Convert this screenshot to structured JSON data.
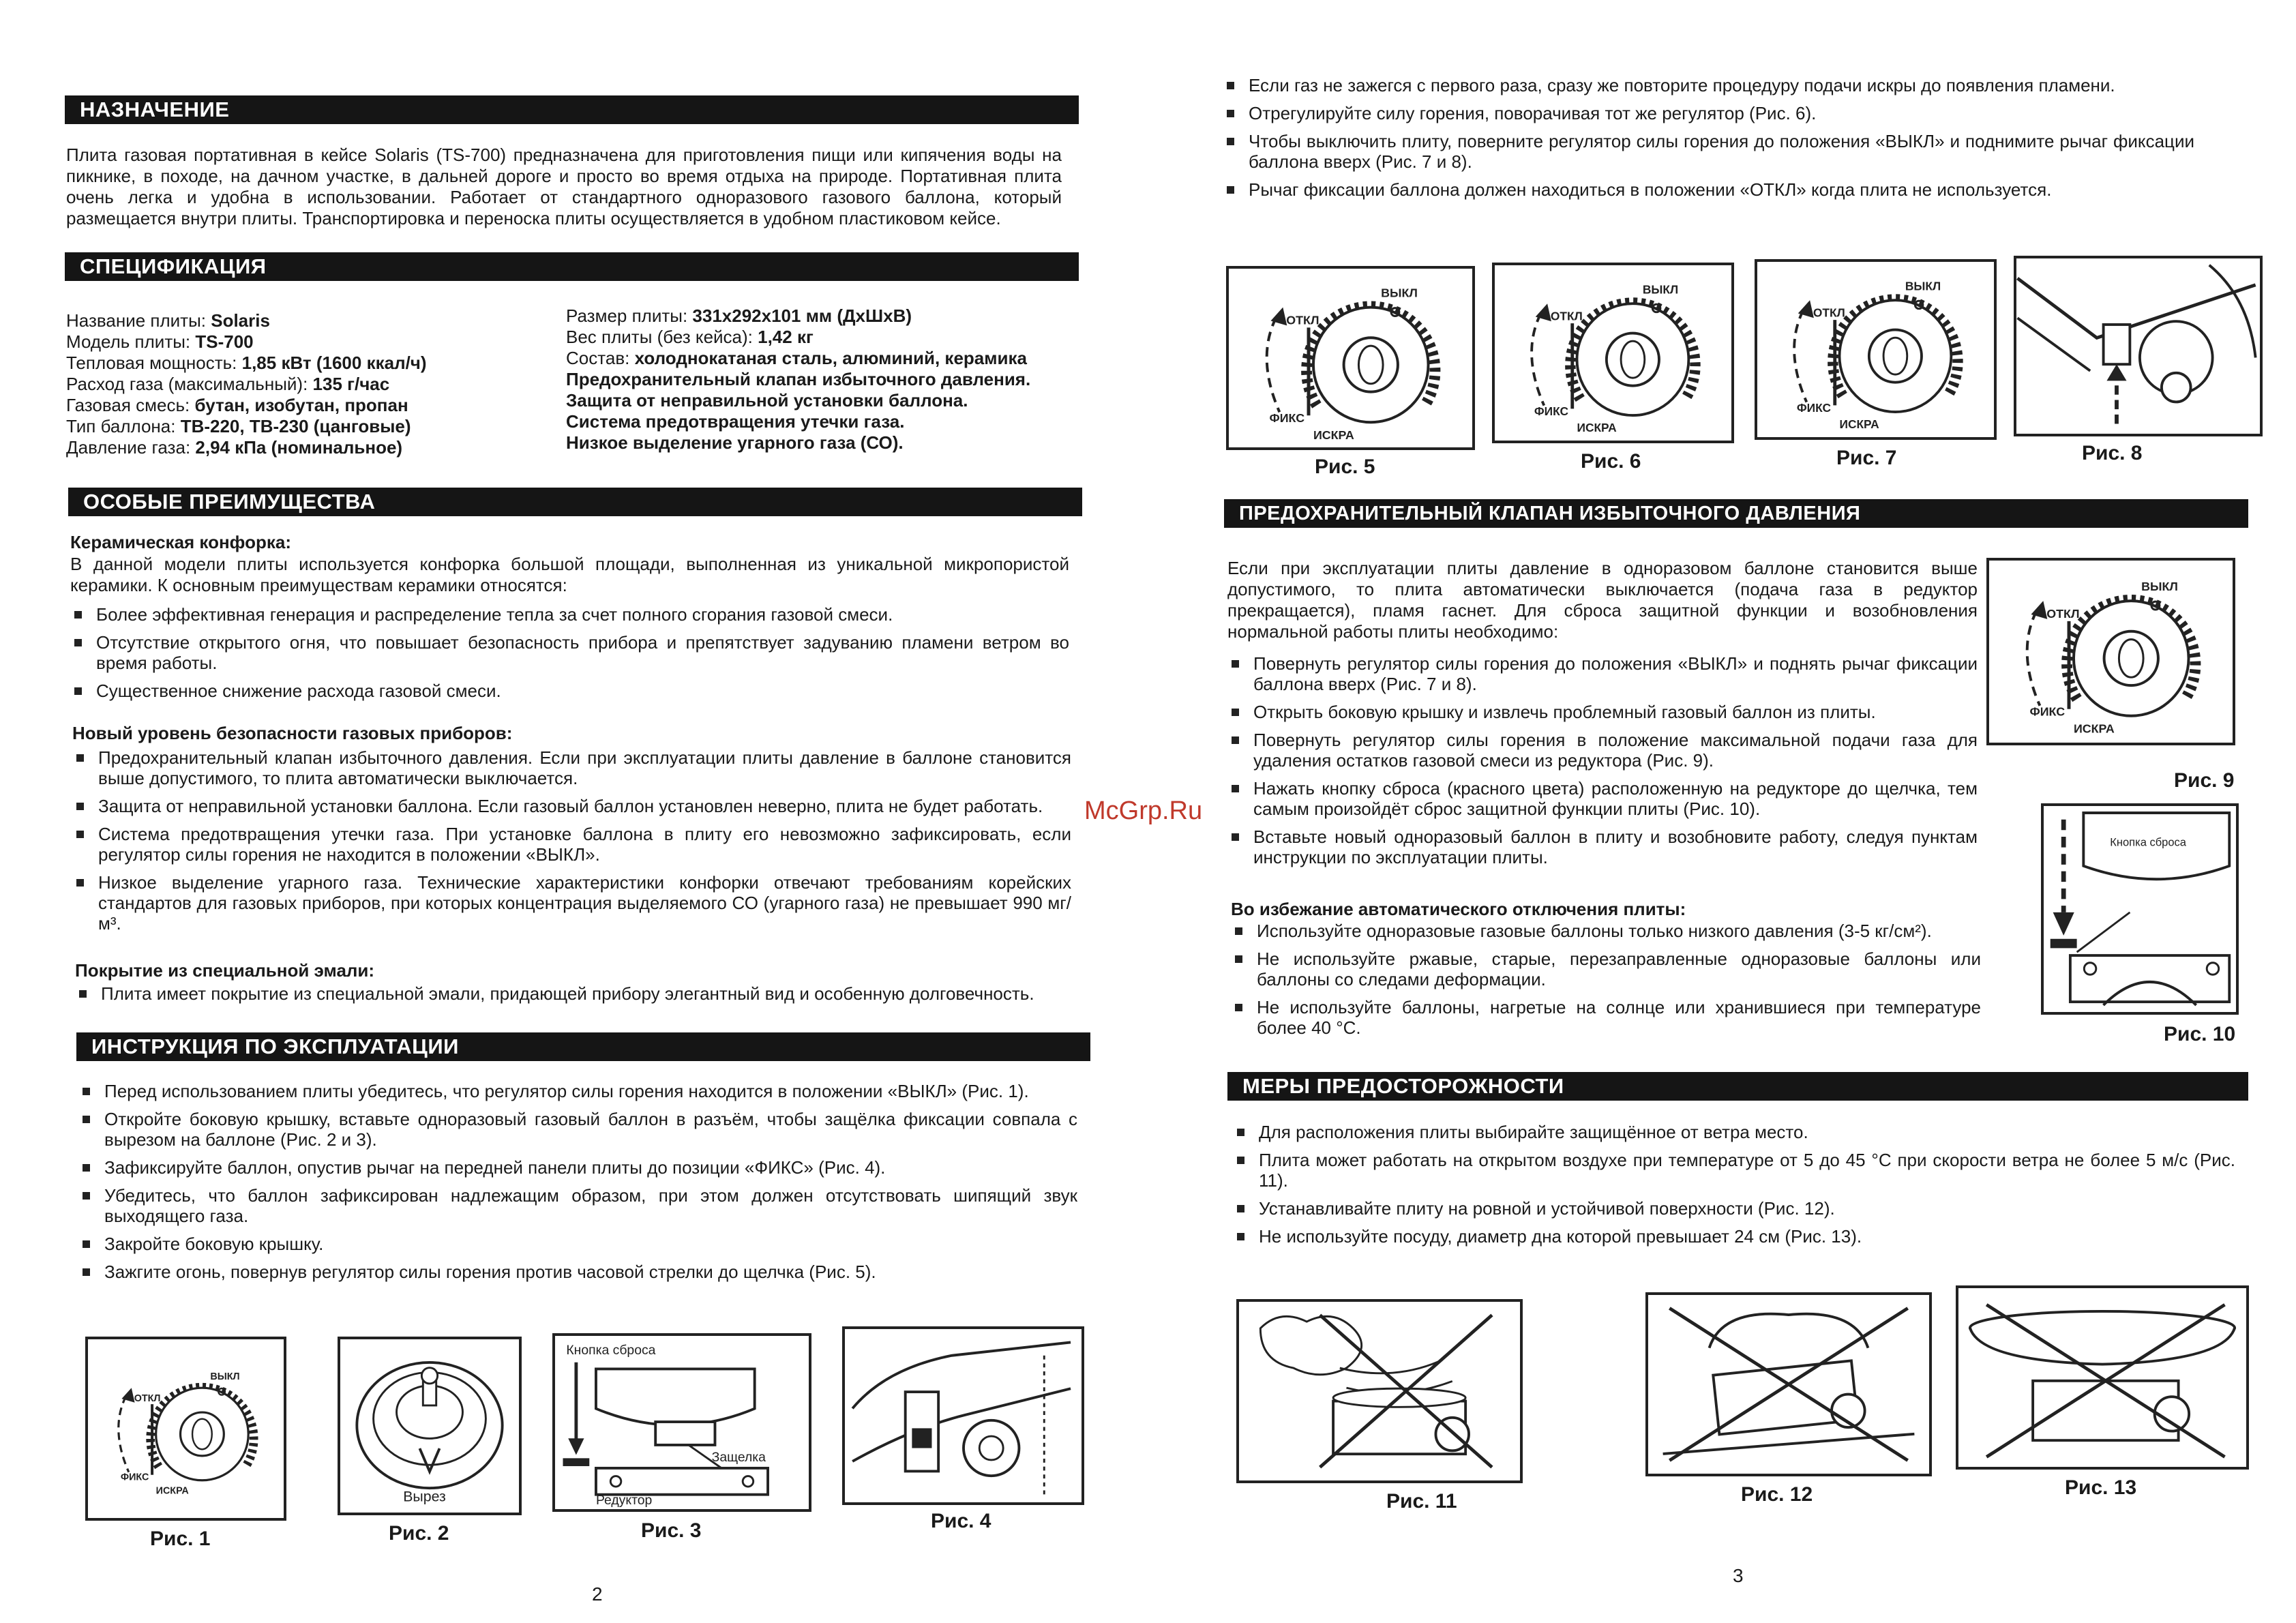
{
  "watermark": "McGrp.Ru",
  "page_left": {
    "number": "2",
    "purpose": {
      "title": "НАЗНАЧЕНИЕ",
      "text": "Плита газовая портативная в кейсе Solaris (TS-700) предназначена для приготовления пищи или кипячения воды на пикнике, в походе, на дачном участке, в дальней дороге и просто во время отдыха на природе. Портативная плита очень легка и удобна в использовании. Работает от стандартного одноразового газового баллона, который размещается внутри плиты. Транспортировка и переноска плиты осуществляется в удобном пластиковом кейсе."
    },
    "spec": {
      "title": "СПЕЦИФИКАЦИЯ",
      "left": [
        {
          "label": "Название плиты: ",
          "value": "Solaris"
        },
        {
          "label": "Модель плиты: ",
          "value": "TS-700"
        },
        {
          "label": "Тепловая мощность: ",
          "value": "1,85 кВт (1600 ккал/ч)"
        },
        {
          "label": "Расход газа (максимальный): ",
          "value": "135 г/час"
        },
        {
          "label": "Газовая смесь: ",
          "value": "бутан, изобутан, пропан"
        },
        {
          "label": "Тип баллона: ",
          "value": "ТВ-220, ТВ-230 (цанговые)"
        },
        {
          "label": "Давление газа: ",
          "value": "2,94 кПа (номинальное)"
        }
      ],
      "right": [
        {
          "label": "Размер плиты: ",
          "value": "331х292х101 мм (ДхШхВ)"
        },
        {
          "label": "Вес плиты (без кейса): ",
          "value": "1,42 кг"
        },
        {
          "label": "Состав: ",
          "value": "холоднокатаная сталь, алюминий, керамика"
        },
        {
          "label": "",
          "value": "Предохранительный клапан избыточного давления."
        },
        {
          "label": "",
          "value": "Защита от неправильной установки баллона."
        },
        {
          "label": "",
          "value": "Система предотвращения утечки газа."
        },
        {
          "label": "",
          "value": "Низкое выделение угарного газа (СО)."
        }
      ]
    },
    "advantages": {
      "title": "ОСОБЫЕ ПРЕИМУЩЕСТВА",
      "ceramic_title": "Керамическая конфорка:",
      "ceramic_text": "В данной модели плиты используется конфорка большой площади, выполненная из уникальной микропористой керамики. К основным преимуществам керамики относятся:",
      "ceramic_items": [
        "Более эффективная генерация и распределение тепла за счет полного сгорания газовой смеси.",
        "Отсутствие открытого огня, что повышает безопасность прибора и препятствует задуванию пламени ветром во время работы.",
        "Существенное снижение расхода газовой смеси."
      ],
      "safety_title": "Новый уровень безопасности газовых приборов:",
      "safety_items": [
        "Предохранительный клапан избыточного давления. Если при эксплуатации плиты давление в баллоне становится выше допустимого, то плита автоматически выключается.",
        "Защита от неправильной установки баллона. Если газовый баллон установлен неверно, плита не будет работать.",
        "Система предотвращения утечки газа. При установке баллона в плиту его невозможно зафиксировать, если регулятор силы горения не находится в положении «ВЫКЛ».",
        "Низкое выделение угарного газа. Технические характеристики конфорки отвечают требованиям корейских стандартов для газовых приборов, при которых концентрация выделяемого СО (угарного газа) не превышает 990 мг/м³."
      ],
      "enamel_title": "Покрытие из специальной эмали:",
      "enamel_items": [
        "Плита имеет покрытие из специальной эмали, придающей прибору элегантный вид и особенную долговечность."
      ]
    },
    "instructions": {
      "title": "ИНСТРУКЦИЯ ПО ЭКСПЛУАТАЦИИ",
      "items": [
        "Перед использованием плиты убедитесь, что регулятор силы горения находится в положении «ВЫКЛ» (Рис. 1).",
        "Откройте боковую крышку, вставьте одноразовый газовый баллон в разъём, чтобы защёлка фиксации совпала с вырезом на баллоне (Рис. 2 и 3).",
        "Зафиксируйте баллон, опустив рычаг на передней панели плиты до позиции «ФИКС» (Рис. 4).",
        "Убедитесь, что баллон зафиксирован надлежащим образом, при этом должен отсутствовать шипящий звук выходящего газа.",
        "Закройте боковую крышку.",
        "Зажгите огонь, повернув регулятор силы горения против часовой стрелки до щелчка (Рис. 5)."
      ]
    },
    "figures": [
      {
        "caption": "Рис. 1"
      },
      {
        "caption": "Рис. 2",
        "label": "Вырез"
      },
      {
        "caption": "Рис. 3",
        "label_reset": "Кнопка сброса",
        "label_latch": "Защелка",
        "label_reducer": "Редуктор"
      },
      {
        "caption": "Рис. 4"
      }
    ]
  },
  "page_right": {
    "number": "3",
    "top_items": [
      "Если газ не зажегся с первого раза, сразу же повторите процедуру подачи искры до появления пламени.",
      "Отрегулируйте силу горения, поворачивая тот же регулятор (Рис. 6).",
      "Чтобы выключить плиту, поверните регулятор силы горения до положения «ВЫКЛ» и поднимите рычаг фиксации баллона вверх (Рис. 7 и 8).",
      "Рычаг фиксации баллона должен находиться в положении «ОТКЛ» когда плита не используется."
    ],
    "figures_top": [
      {
        "caption": "Рис. 5"
      },
      {
        "caption": "Рис. 6"
      },
      {
        "caption": "Рис. 7"
      },
      {
        "caption": "Рис. 8"
      }
    ],
    "valve": {
      "title": "ПРЕДОХРАНИТЕЛЬНЫЙ КЛАПАН ИЗБЫТОЧНОГО ДАВЛЕНИЯ",
      "text": "Если при эксплуатации плиты давление в одноразовом баллоне становится выше допустимого, то плита автоматически выключается (подача газа в редуктор прекращается), пламя гаснет. Для сброса защитной функции и возобновления нормальной работы плиты необходимо:",
      "items": [
        "Повернуть регулятор силы горения до положения «ВЫКЛ» и поднять рычаг фиксации баллона вверх (Рис. 7 и 8).",
        "Открыть боковую крышку и извлечь проблемный газовый баллон из плиты.",
        "Повернуть регулятор силы горения в положение максимальной подачи газа для удаления остатков газовой смеси из редуктора (Рис. 9).",
        "Нажать кнопку сброса (красного цвета) расположенную на редукторе до щелчка, тем самым произойдёт сброс защитной функции плиты (Рис. 10).",
        "Вставьте новый одноразовый баллон в плиту и возобновите работу, следуя пунктам инструкции по эксплуатации плиты."
      ],
      "avoid_title": "Во избежание автоматического отключения плиты:",
      "avoid_items": [
        "Используйте одноразовые газовые баллоны только низкого давления (3-5 кг/см²).",
        "Не используйте ржавые, старые, перезаправленные одноразовые баллоны или баллоны со следами деформации.",
        "Не используйте баллоны, нагретые на солнце или хранившиеся при температуре более 40 °С."
      ],
      "fig9": "Рис. 9",
      "fig10": "Рис. 10",
      "fig10_label": "Кнопка сброса"
    },
    "precautions": {
      "title": "МЕРЫ ПРЕДОСТОРОЖНОСТИ",
      "items": [
        "Для расположения плиты выбирайте защищённое от ветра место.",
        "Плита может работать на открытом воздухе при температуре от 5 до 45 °С при скорости ветра не более 5 м/с (Рис. 11).",
        "Устанавливайте плиту на ровной и устойчивой поверхности (Рис. 12).",
        "Не используйте посуду, диаметр дна которой превышает 24 см (Рис. 13)."
      ]
    },
    "figures_bottom": [
      {
        "caption": "Рис. 11"
      },
      {
        "caption": "Рис. 12"
      },
      {
        "caption": "Рис. 13"
      }
    ]
  },
  "knob_labels": {
    "off": "ОТКЛ",
    "vykl": "ВЫКЛ",
    "fix": "ФИКС",
    "spark": "ИСКРА"
  },
  "icons": [
    "knob-dial-icon",
    "gas-canister-icon",
    "stove-icon",
    "cross-out-icon"
  ]
}
